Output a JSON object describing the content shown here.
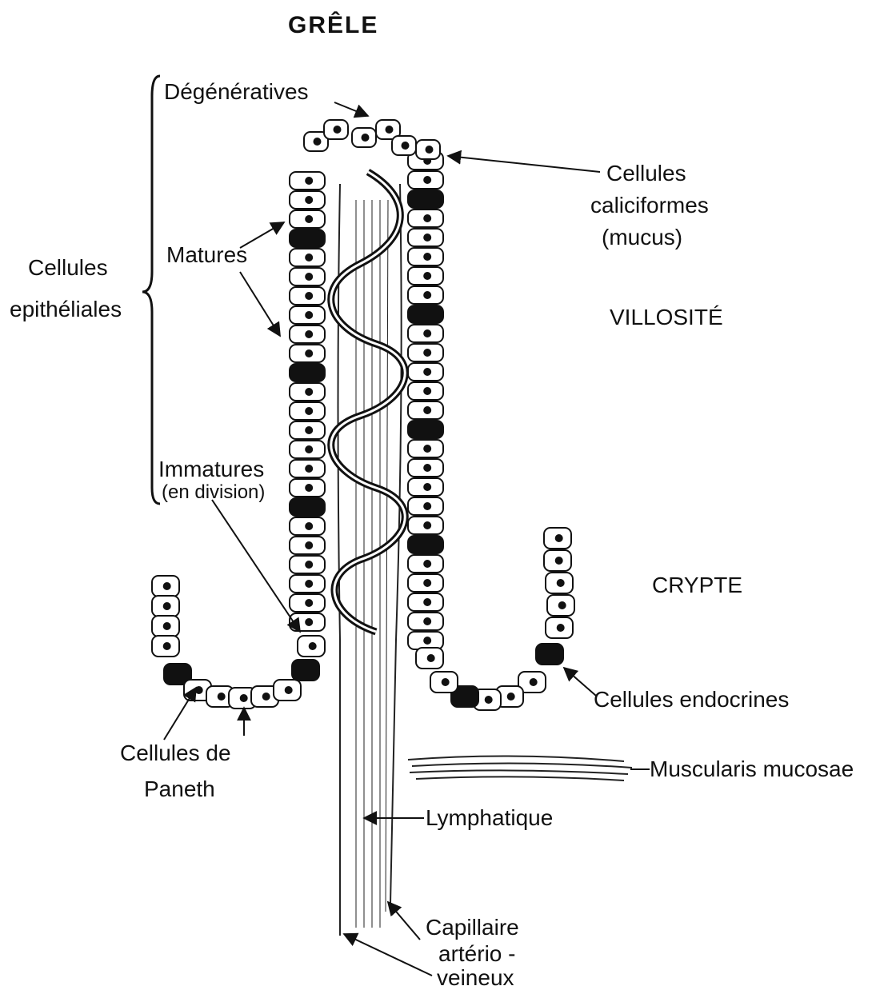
{
  "title": "GRÊLE",
  "regions": {
    "villosite": "VILLOSITÉ",
    "crypte": "CRYPTE"
  },
  "labels": {
    "cellules_epitheliales_1": "Cellules",
    "cellules_epitheliales_2": "epithéliales",
    "degeneratives": "Dégénératives",
    "matures": "Matures",
    "immatures": "Immatures",
    "en_division": "(en division)",
    "caliciformes_1": "Cellules",
    "caliciformes_2": "caliciformes",
    "caliciformes_3": "(mucus)",
    "endocrines": "Cellules endocrines",
    "paneth_1": "Cellules de",
    "paneth_2": "Paneth",
    "muscularis": "Muscularis mucosae",
    "lymphatique": "Lymphatique",
    "capillaire_1": "Capillaire",
    "capillaire_2": "artério -",
    "capillaire_3": "veineux"
  },
  "colors": {
    "ink": "#111111",
    "paper": "#ffffff"
  }
}
